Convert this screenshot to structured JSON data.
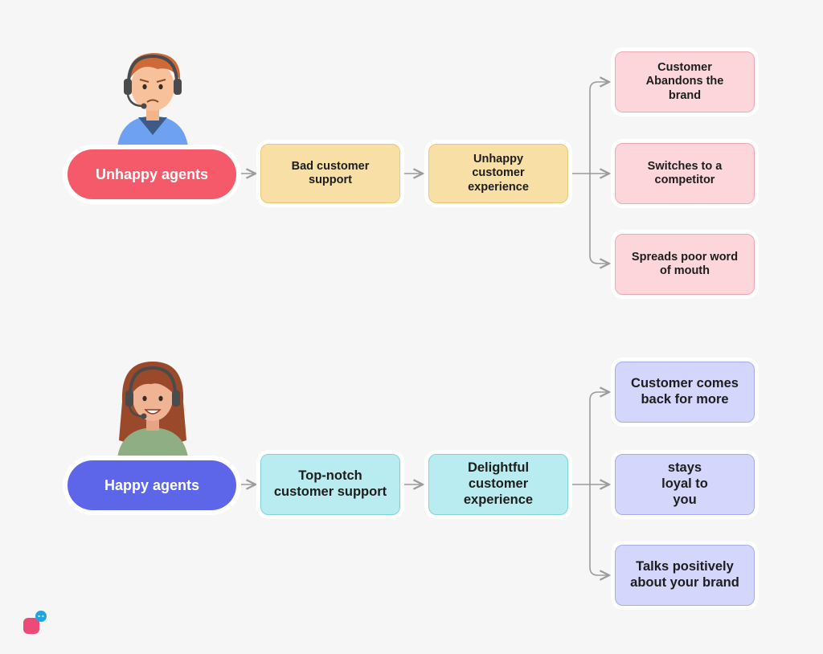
{
  "colors": {
    "unhappy_pill": "#f45a69",
    "happy_pill": "#5d66e8",
    "unhappy_mid_fill": "#f8dfa6",
    "unhappy_mid_border": "#ebc87a",
    "unhappy_out_fill": "#fcd6da",
    "unhappy_out_border": "#f1a9b1",
    "happy_mid_fill": "#b9ecf0",
    "happy_mid_border": "#7fd3dc",
    "happy_out_fill": "#d4d7fb",
    "happy_out_border": "#a7acee",
    "arrow": "#9b9b9b"
  },
  "unhappy_flow": {
    "agent_label": "Unhappy agents",
    "step1": "Bad customer support",
    "step2": "Unhappy customer experience",
    "outcomes": [
      "Customer Abandons the brand",
      "Switches to a competitor",
      "Spreads poor word of mouth"
    ]
  },
  "happy_flow": {
    "agent_label": "Happy agents",
    "step1": "Top-notch customer support",
    "step2": "Delightful customer experience",
    "outcomes": [
      "Customer comes back for more",
      "stays loyal to you",
      "Talks positively about your brand"
    ]
  },
  "icons": {
    "unhappy_avatar": "male-agent-headset-icon",
    "happy_avatar": "female-agent-headset-icon",
    "brand_logo": "chat-logo-icon"
  }
}
